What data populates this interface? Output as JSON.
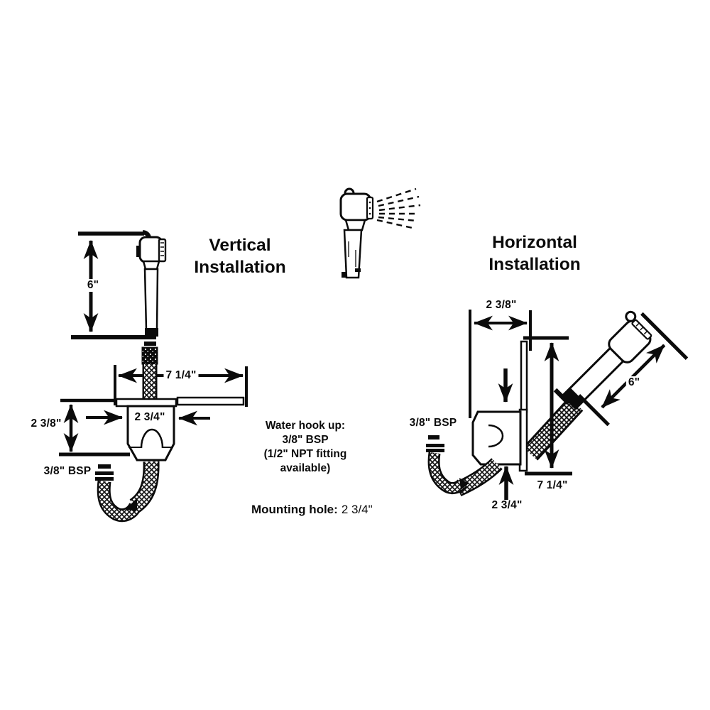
{
  "vertical": {
    "title": "Vertical\nInstallation",
    "dims": {
      "drop_height": "6\"",
      "overall_width": "7 1/4\"",
      "cup_diameter": "2 3/4\"",
      "cup_depth": "2 3/8\"",
      "thread": "3/8\" BSP"
    }
  },
  "horizontal": {
    "title": "Horizontal\nInstallation",
    "dims": {
      "recess_depth": "2 3/8\"",
      "thread": "3/8\" BSP",
      "sprayer_length": "6\"",
      "overall_height": "7 1/4\"",
      "cup_diameter": "2 3/4\""
    }
  },
  "notes": {
    "water_hookup": "Water hook up:\n3/8\" BSP\n(1/2\" NPT fitting\navailable)",
    "mounting_label": "Mounting hole:",
    "mounting_value": "2 3/4\""
  },
  "colors": {
    "ink": "#0b0b0b",
    "background": "#ffffff"
  }
}
